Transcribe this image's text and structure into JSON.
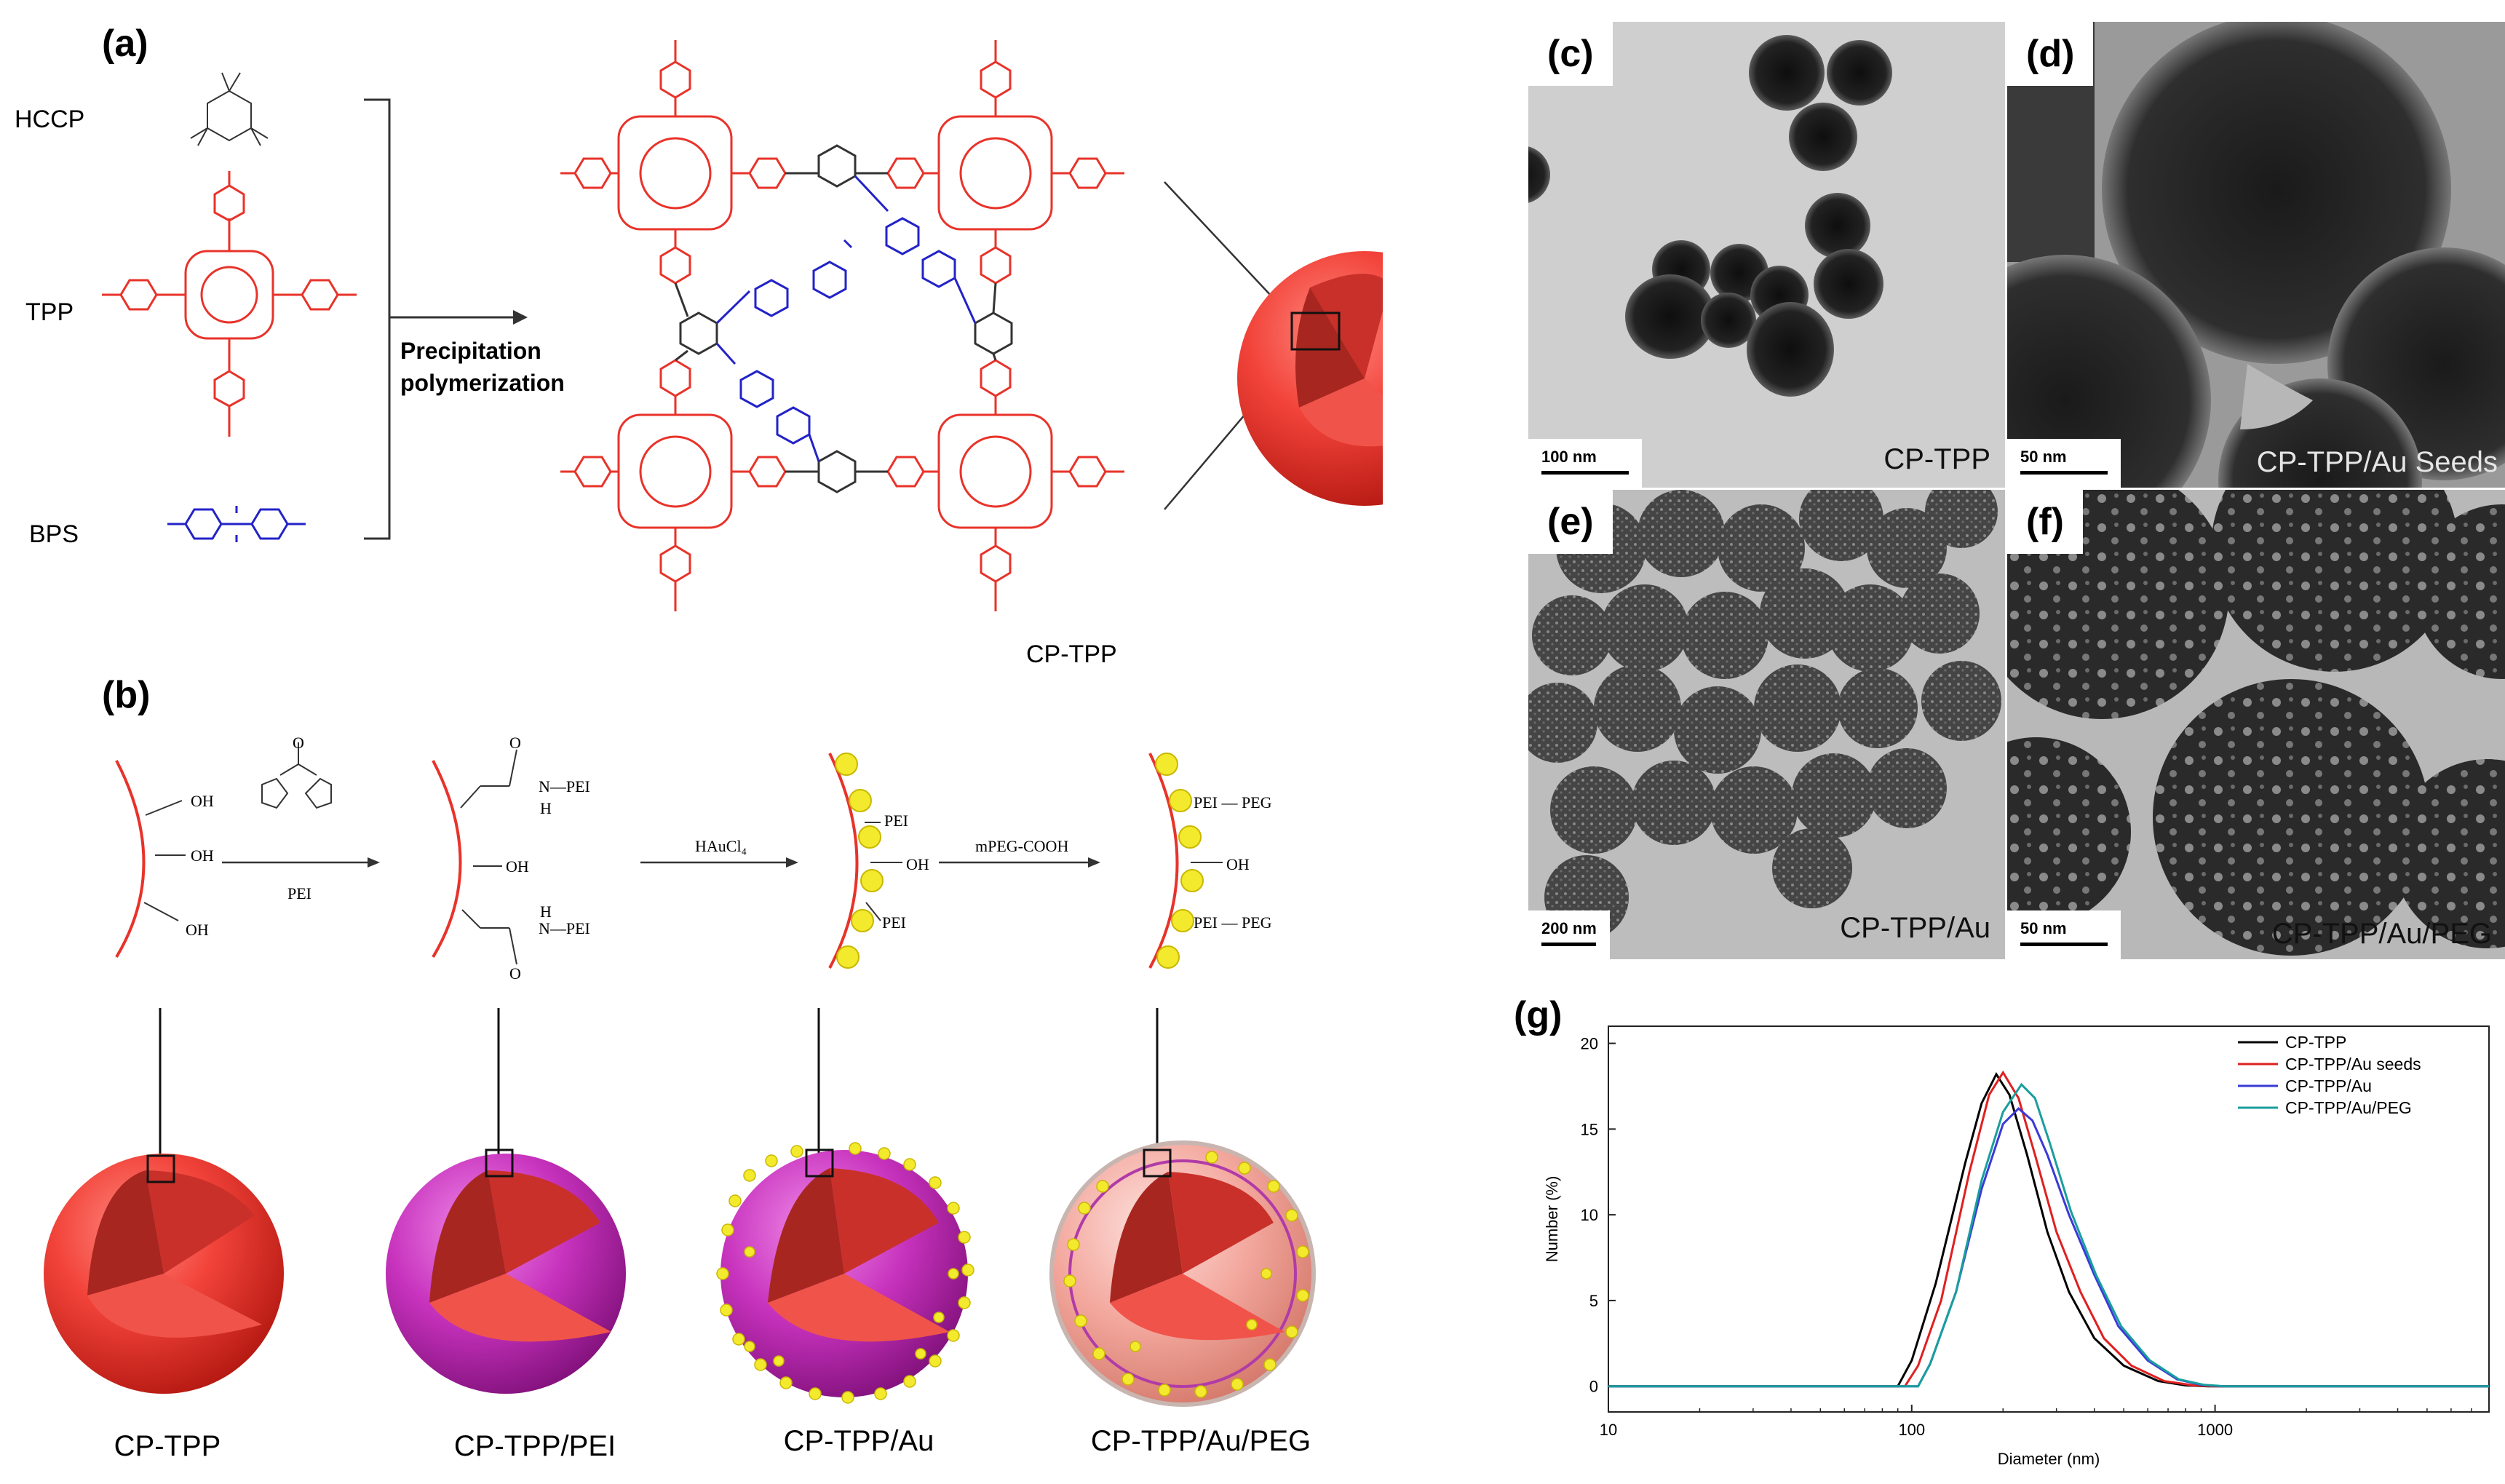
{
  "panel_a": {
    "label": "(a)",
    "reagents": [
      {
        "name": "HCCP",
        "color": "#000000"
      },
      {
        "name": "TPP",
        "color": "#e8332a"
      },
      {
        "name": "BPS",
        "color": "#2323c8"
      }
    ],
    "arrow_text_line1": "Precipitation",
    "arrow_text_line2": "polymerization",
    "product": "CP-TPP"
  },
  "panel_b": {
    "label": "(b)",
    "reaction_texts": {
      "oh": "OH",
      "pei": "PEI",
      "haucl4": "HAuCl₄",
      "mpeg": "mPEG-COOH",
      "nh_pei": "N—PEI",
      "h": "H",
      "o": "O",
      "pei_peg": "PEI — PEG"
    },
    "captions": [
      "CP-TPP",
      "CP-TPP/PEI",
      "CP-TPP/Au",
      "CP-TPP/Au/PEG"
    ]
  },
  "tem_panels": [
    {
      "label": "(c)",
      "scale": "100 nm",
      "name": "CP-TPP"
    },
    {
      "label": "(d)",
      "scale": "50 nm",
      "name": "CP-TPP/Au Seeds"
    },
    {
      "label": "(e)",
      "scale": "200 nm",
      "name": "CP-TPP/Au"
    },
    {
      "label": "(f)",
      "scale": "50 nm",
      "name": "CP-TPP/Au/PEG"
    }
  ],
  "panel_g": {
    "label": "(g)"
  },
  "chart_data": {
    "type": "line",
    "xlabel": "Diameter (nm)",
    "ylabel": "Number (%)",
    "xscale": "log",
    "xlim": [
      10,
      8000
    ],
    "ylim": [
      -1.5,
      21
    ],
    "xticks": [
      10,
      100,
      1000
    ],
    "yticks": [
      0,
      5,
      10,
      15,
      20
    ],
    "legend_position": "top-right",
    "series": [
      {
        "name": "CP-TPP",
        "color": "#000000",
        "x": [
          10,
          90,
          100,
          120,
          150,
          170,
          190,
          210,
          240,
          280,
          330,
          400,
          500,
          650,
          800,
          950,
          8000
        ],
        "y": [
          0,
          0,
          1.5,
          6,
          13,
          16.5,
          18.2,
          17,
          13.5,
          9,
          5.5,
          2.8,
          1.2,
          0.3,
          0.05,
          0,
          0
        ]
      },
      {
        "name": "CP-TPP/Au seeds",
        "color": "#e02020",
        "x": [
          10,
          95,
          105,
          125,
          155,
          180,
          200,
          225,
          255,
          300,
          360,
          430,
          530,
          680,
          850,
          1000,
          8000
        ],
        "y": [
          0,
          0,
          1.2,
          5,
          12.5,
          17,
          18.3,
          16.8,
          13.5,
          9,
          5.5,
          2.8,
          1.2,
          0.3,
          0.05,
          0,
          0
        ]
      },
      {
        "name": "CP-TPP/Au",
        "color": "#3a3ad8",
        "x": [
          10,
          105,
          115,
          140,
          170,
          200,
          225,
          250,
          280,
          330,
          400,
          480,
          600,
          750,
          900,
          1050,
          8000
        ],
        "y": [
          0,
          0,
          1.3,
          5.5,
          11.5,
          15.3,
          16.2,
          15.5,
          13.5,
          10,
          6.5,
          3.5,
          1.5,
          0.4,
          0.08,
          0,
          0
        ]
      },
      {
        "name": "CP-TPP/Au/PEG",
        "color": "#1a9e9e",
        "x": [
          10,
          105,
          115,
          140,
          170,
          200,
          230,
          255,
          285,
          335,
          405,
          490,
          610,
          760,
          920,
          1080,
          8000
        ],
        "y": [
          0,
          0,
          1.3,
          5.5,
          12,
          16,
          17.6,
          16.8,
          14.2,
          10.2,
          6.5,
          3.5,
          1.5,
          0.4,
          0.08,
          0,
          0
        ]
      }
    ]
  }
}
